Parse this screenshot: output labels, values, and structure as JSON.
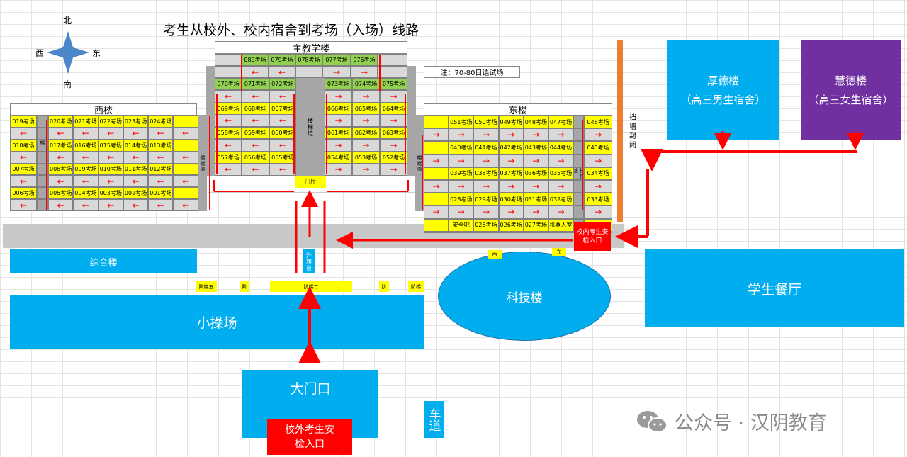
{
  "title": "考生从校外、校内宿舍到考场（入场）线路",
  "compass": {
    "north": "北",
    "south": "南",
    "west": "西",
    "east": "东"
  },
  "note": "注：70-80日语试场",
  "main_building": {
    "title": "主教学楼",
    "stair_label": "楼梯道",
    "hall": "门厅",
    "top_rooms": [
      "080考场",
      "079考场",
      "078考场",
      "077考场",
      "076考场"
    ],
    "left_rows": [
      [
        "070考场",
        "071考场",
        "072考场"
      ],
      [
        "069考场",
        "068考场",
        "067考场"
      ],
      [
        "058考场",
        "059考场",
        "060考场"
      ],
      [
        "057考场",
        "056考场",
        "055考场"
      ]
    ],
    "right_rows": [
      [
        "073考场",
        "074考场",
        "075考场"
      ],
      [
        "066考场",
        "065考场",
        "064考场"
      ],
      [
        "061考场",
        "062考场",
        "063考场"
      ],
      [
        "054考场",
        "053考场",
        "052考场"
      ]
    ]
  },
  "west_building": {
    "title": "西楼",
    "stair_label": "楼梯道",
    "rows": [
      {
        "left": "019考场",
        "right": [
          "020考场",
          "021考场",
          "022考场",
          "023考场",
          "024考场",
          ""
        ]
      },
      {
        "left": "018考场",
        "right": [
          "017考场",
          "016考场",
          "015考场",
          "014考场",
          "013考场",
          ""
        ]
      },
      {
        "left": "007考场",
        "right": [
          "008考场",
          "009考场",
          "010考场",
          "011考场",
          "012考场",
          ""
        ]
      },
      {
        "left": "006考场",
        "right": [
          "005考场",
          "004考场",
          "003考场",
          "002考场",
          "001考场",
          ""
        ]
      }
    ]
  },
  "east_building": {
    "title": "东楼",
    "stair_label": "楼梯道",
    "rows": [
      {
        "left": [
          "",
          "051考场",
          "050考场",
          "049考场",
          "048考场",
          "047考场"
        ],
        "right": "046考场"
      },
      {
        "left": [
          "",
          "040考场",
          "041考场",
          "042考场",
          "043考场",
          "044考场"
        ],
        "right": "045考场"
      },
      {
        "left": [
          "",
          "039考场",
          "038考场",
          "037考场",
          "036考场",
          "035考场"
        ],
        "right": "034考场"
      },
      {
        "left": [
          "",
          "028考场",
          "029考场",
          "030考场",
          "031考场",
          "032考场"
        ],
        "right": "033考场"
      },
      {
        "left": [
          "",
          "安全吧",
          "025考场",
          "026考场",
          "027考场",
          "机器人室"
        ],
        "right": "医务室"
      }
    ]
  },
  "stairs_west_main": "楼梯道",
  "stairs_main_right": "楼梯道",
  "wall": "挡墙封闭",
  "dorm_boys": {
    "name": "厚德楼",
    "sub": "（高三男生宿舍）"
  },
  "dorm_girls": {
    "name": "慧德楼",
    "sub": "（高三女生宿舍）"
  },
  "inner_gate": "校内考生安检入口",
  "zonghe": "综合楼",
  "shengqi": "升旗台",
  "steps": {
    "five": "阶梯五",
    "a": "阶",
    "two": "阶梯二",
    "b": "阶",
    "c": "阶梯"
  },
  "keji": "科技楼",
  "keji_west": "西",
  "keji_east": "东",
  "canteen": "学生餐厅",
  "playground": "小操场",
  "main_gate": "大门口",
  "outer_gate": "校外考生安检入口",
  "lane": "车道",
  "watermark": "公众号 · 汉阴教育",
  "colors": {
    "blue": "#00aeef",
    "red": "#ff0000",
    "yellow": "#ffff00",
    "green": "#92d050",
    "purple": "#7030a0",
    "orange": "#ed7d31",
    "road": "#c8c8c8"
  }
}
